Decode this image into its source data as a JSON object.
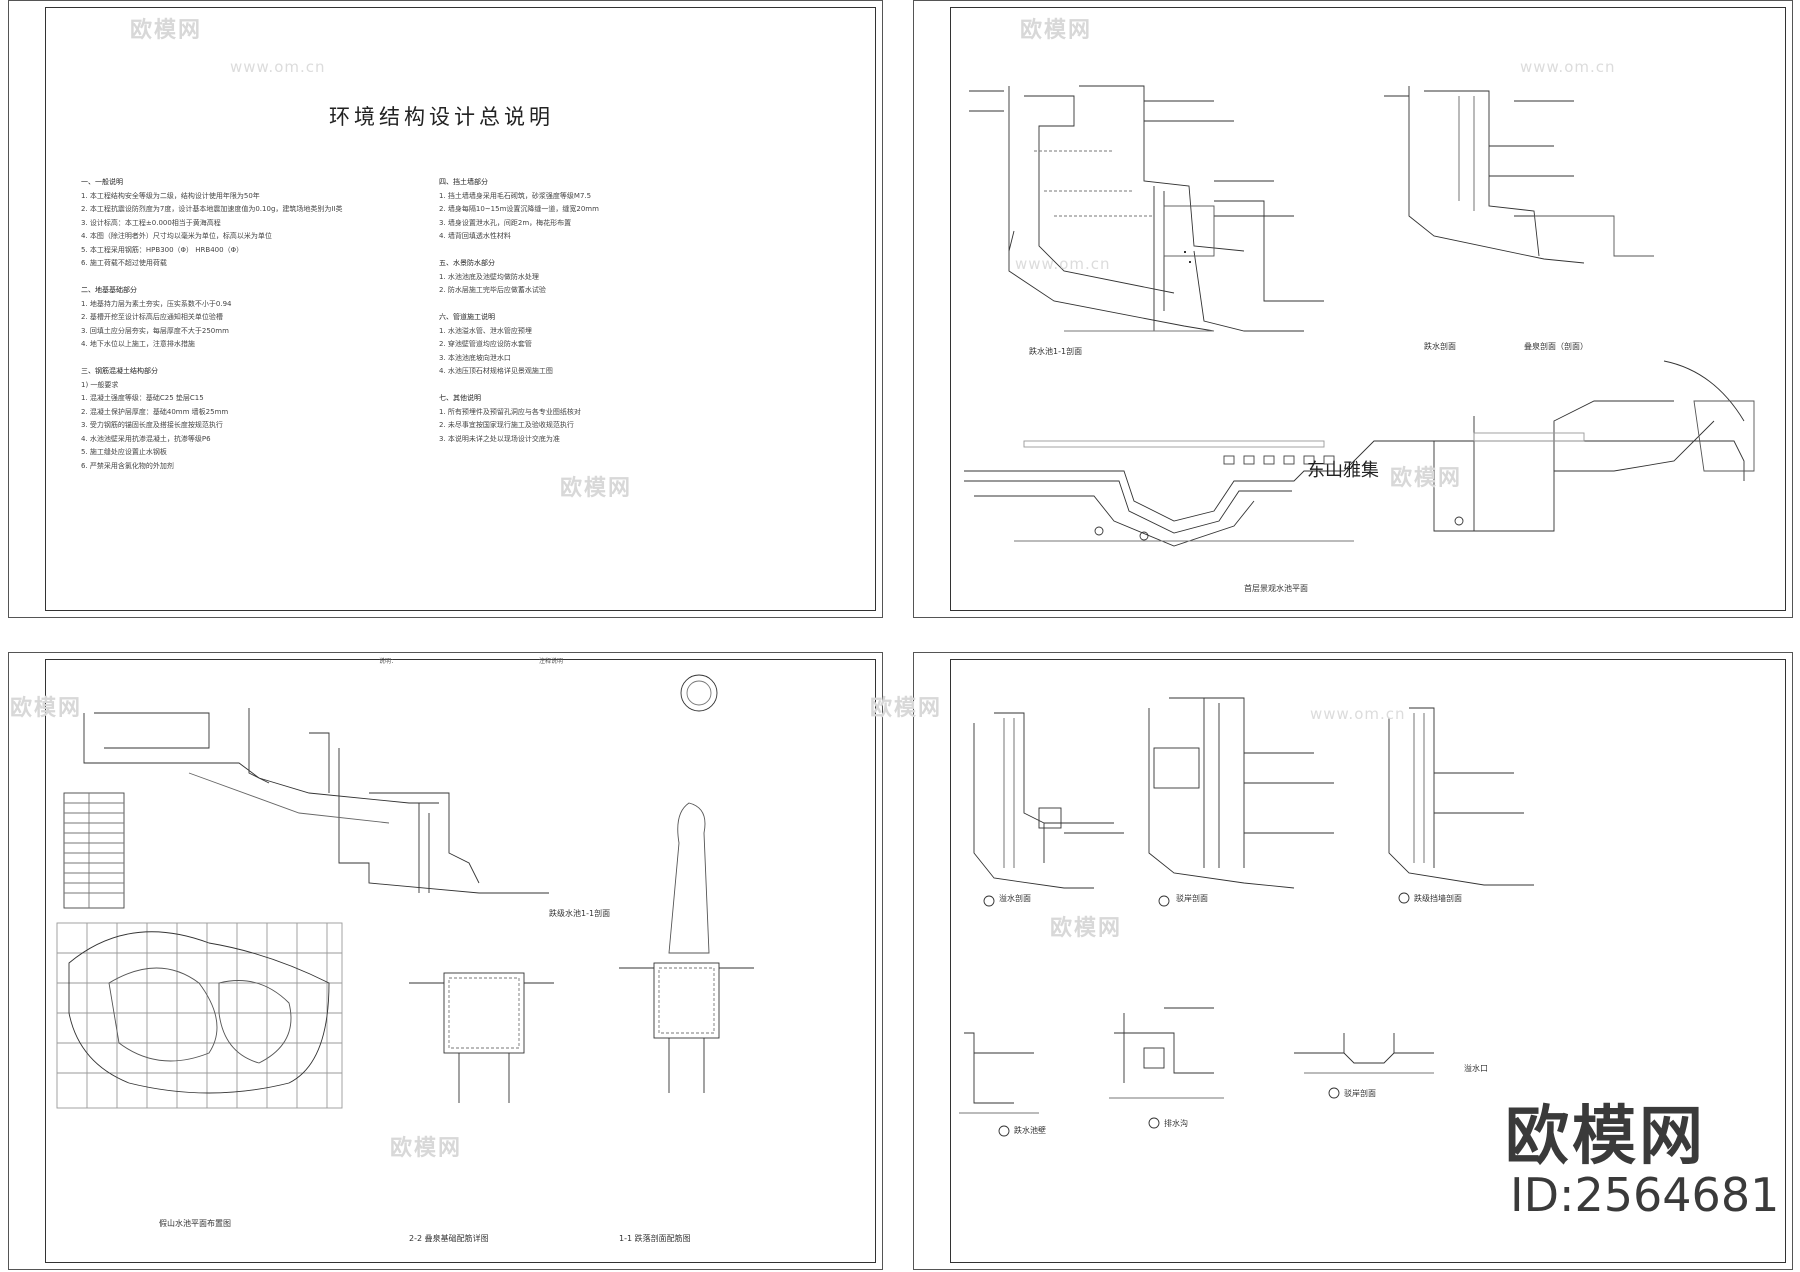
{
  "sheet1": {
    "title": "环境结构设计总说明",
    "left_column": [
      "一、一般说明",
      "1. 本工程结构安全等级为二级，结构设计使用年限为50年",
      "2. 本工程抗震设防烈度为7度，设计基本地震加速度值为0.10g，建筑场地类别为II类",
      "3. 设计标高：本工程±0.000相当于黄海高程",
      "4. 本图（除注明者外）尺寸均以毫米为单位，标高以米为单位",
      "5. 本工程采用钢筋：HPB300（Φ） HRB400（Φ）",
      "6. 施工荷载不超过使用荷载",
      "",
      "二、地基基础部分",
      "1. 地基持力层为素土夯实，压实系数不小于0.94",
      "2. 基槽开挖至设计标高后应通知相关单位验槽",
      "3. 回填土应分层夯实，每层厚度不大于250mm",
      "4. 地下水位以上施工，注意排水措施",
      "",
      "三、钢筋混凝土结构部分",
      "1) 一般要求",
      "1. 混凝土强度等级：基础C25 垫层C15",
      "2. 混凝土保护层厚度：基础40mm 墙板25mm",
      "3. 受力钢筋的锚固长度及搭接长度按规范执行",
      "4. 水池池壁采用抗渗混凝土，抗渗等级P6",
      "5. 施工缝处应设置止水钢板",
      "6. 严禁采用含氯化物的外加剂"
    ],
    "right_column": [
      "四、挡土墙部分",
      "1. 挡土墙墙身采用毛石砌筑，砂浆强度等级M7.5",
      "2. 墙身每隔10~15m设置沉降缝一道，缝宽20mm",
      "3. 墙身设置泄水孔，间距2m，梅花形布置",
      "4. 墙背回填透水性材料",
      "",
      "五、水景防水部分",
      "1. 水池池底及池壁均做防水处理",
      "2. 防水层施工完毕后应做蓄水试验",
      "",
      "六、管道施工说明",
      "1. 水池溢水管、泄水管应预埋",
      "2. 穿池壁管道均应设防水套管",
      "3. 本池池底坡向泄水口",
      "4. 水池压顶石材规格详见景观施工图",
      "",
      "七、其他说明",
      "1. 所有预埋件及预留孔洞应与各专业图纸核对",
      "2. 未尽事宜按国家现行施工及验收规范执行",
      "3. 本说明未详之处以现场设计交底为准"
    ]
  },
  "sheet2": {
    "plan_label": "东山雅集",
    "captions": [
      "跌水池1-1剖面",
      "跌水剖面",
      "叠泉剖面（剖面）",
      "首层景观水池平面"
    ]
  },
  "sheet3": {
    "captions": [
      "假山水池平面布置图",
      "跌级水池1-1剖面",
      "2-2 叠泉基础配筋详图",
      "1-1 跌落剖面配筋图"
    ]
  },
  "sheet4": {
    "captions": [
      "溢水剖面",
      "驳岸剖面",
      "跌级挡墙剖面",
      "跌水池壁",
      "排水沟",
      "驳岸剖面",
      "溢水口"
    ]
  },
  "watermark": {
    "brand": "欧模网",
    "url": "www.om.cn",
    "big_brand": "欧模网",
    "id": "ID:2564681"
  }
}
